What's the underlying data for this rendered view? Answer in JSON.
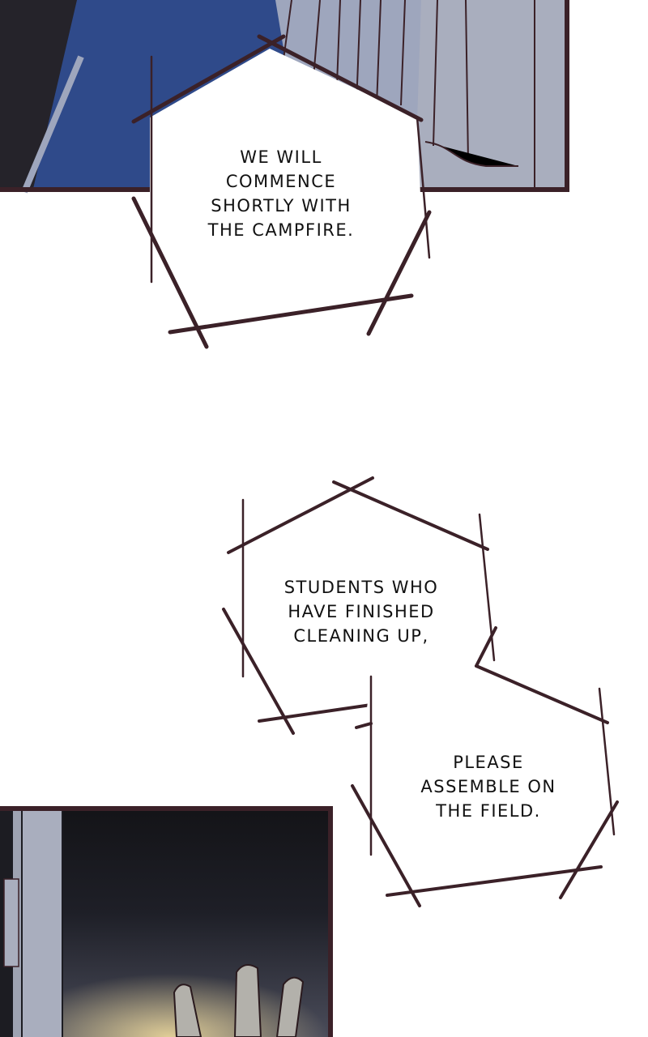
{
  "bubbles": [
    {
      "lines": [
        "WE WILL",
        "COMMENCE",
        "SHORTLY WITH",
        "THE CAMPFIRE."
      ]
    },
    {
      "lines": [
        "STUDENTS WHO",
        "HAVE FINISHED",
        "CLEANING UP,"
      ]
    },
    {
      "lines": [
        "PLEASE",
        "ASSEMBLE ON",
        "THE FIELD."
      ]
    }
  ],
  "colors": {
    "frame": "#3b2128",
    "blue": "#2f4a8a",
    "grey": "#a9aebe",
    "dark": "#1a1a20"
  }
}
